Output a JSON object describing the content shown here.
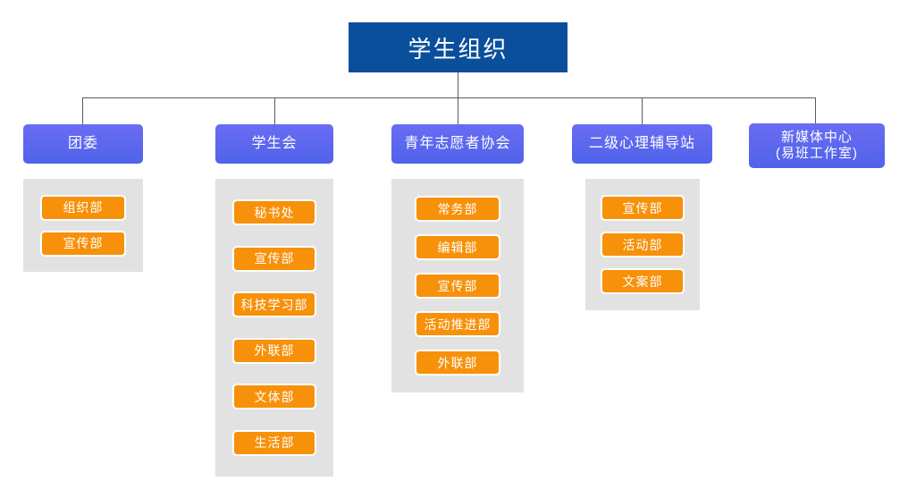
{
  "chart_title": "学生组织",
  "colors": {
    "root_fill": "#0a4f9c",
    "level2_fill": "#5b62ef",
    "leaf_fill": "#f7910a",
    "panel_fill": "#e2e2e2",
    "connector": "#5a5a5a",
    "text_light": "#ffffff"
  },
  "root": {
    "label": "学生组织"
  },
  "branches": [
    {
      "label": "团委",
      "two_line": false,
      "children": [
        {
          "label": "组织部"
        },
        {
          "label": "宣传部"
        }
      ]
    },
    {
      "label": "学生会",
      "two_line": false,
      "children": [
        {
          "label": "秘书处"
        },
        {
          "label": "宣传部"
        },
        {
          "label": "科技学习部"
        },
        {
          "label": "外联部"
        },
        {
          "label": "文体部"
        },
        {
          "label": "生活部"
        }
      ]
    },
    {
      "label": "青年志愿者协会",
      "two_line": false,
      "children": [
        {
          "label": "常务部"
        },
        {
          "label": "编辑部"
        },
        {
          "label": "宣传部"
        },
        {
          "label": "活动推进部"
        },
        {
          "label": "外联部"
        }
      ]
    },
    {
      "label": "二级心理辅导站",
      "two_line": false,
      "children": [
        {
          "label": "宣传部"
        },
        {
          "label": "活动部"
        },
        {
          "label": "文案部"
        }
      ]
    },
    {
      "label": "新媒体中心\n(易班工作室)",
      "line1": "新媒体中心",
      "line2": "(易班工作室)",
      "two_line": true,
      "children": []
    }
  ]
}
